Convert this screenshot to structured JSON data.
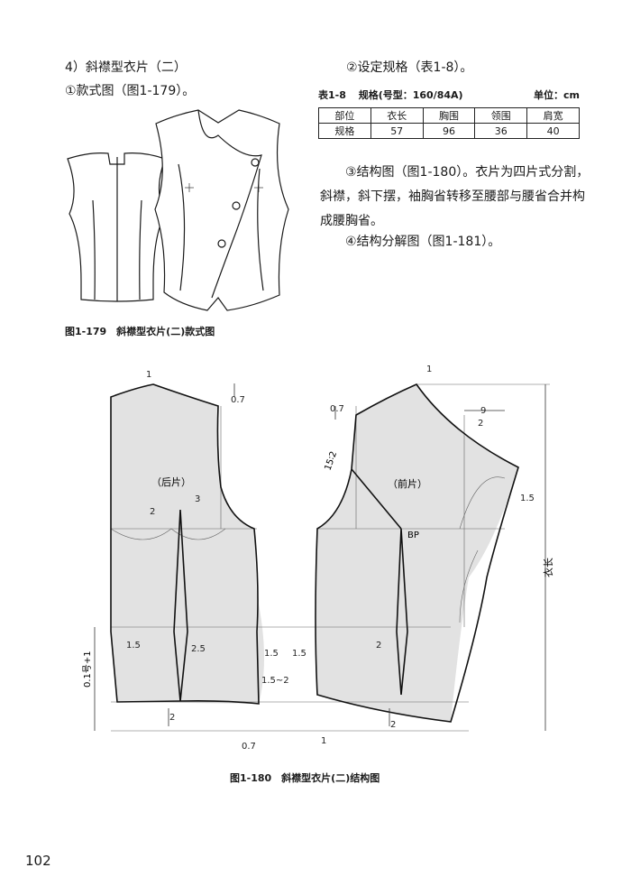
{
  "section_heading": "4）斜襟型衣片（二）",
  "style_item": "①款式图（图1-179）。",
  "spec_item": "②设定规格（表1-8）。",
  "table": {
    "label": "表1-8",
    "title": "规格(号型：160/84A)",
    "unit": "单位：cm",
    "headers": [
      "部位",
      "衣长",
      "胸围",
      "领围",
      "肩宽"
    ],
    "row": [
      "规格",
      "57",
      "96",
      "36",
      "40"
    ]
  },
  "structure_text": "③结构图（图1-180）。衣片为四片式分割，斜襟，斜下摆，袖胸省转移至腰部与腰省合并构成腰胸省。",
  "decomp_text": "④结构分解图（图1-181）。",
  "fig179_caption": "图1-179　斜襟型衣片(二)款式图",
  "fig180_caption": "图1-180　斜襟型衣片(二)结构图",
  "pattern_labels": {
    "back_piece": "（后片）",
    "front_piece": "（前片）",
    "bp": "BP",
    "body_length": "衣长",
    "left_dim": "0.1号+1",
    "dart_angle": "15∶2"
  },
  "dimensions": {
    "d1_back_neck": "1",
    "d07_back_rise": "0.7",
    "d3": "3",
    "d2_back_dart": "2",
    "d15_back_side": "1.5",
    "d25": "2.5",
    "d15_back_hem": "1.5",
    "d15_front_side": "1.5",
    "d15_2": "1.5~2",
    "d2_back_hem": "2",
    "d07_bottom": "0.7",
    "d1_bottom": "1",
    "d1_front_neck": "1",
    "d07_front_rise": "0.7",
    "d9": "9",
    "d2_front_neck": "2",
    "d15_front_shoulder": "1.5",
    "d2_front_waist": "2",
    "d2_front_hem": "2"
  },
  "page_number": "102"
}
